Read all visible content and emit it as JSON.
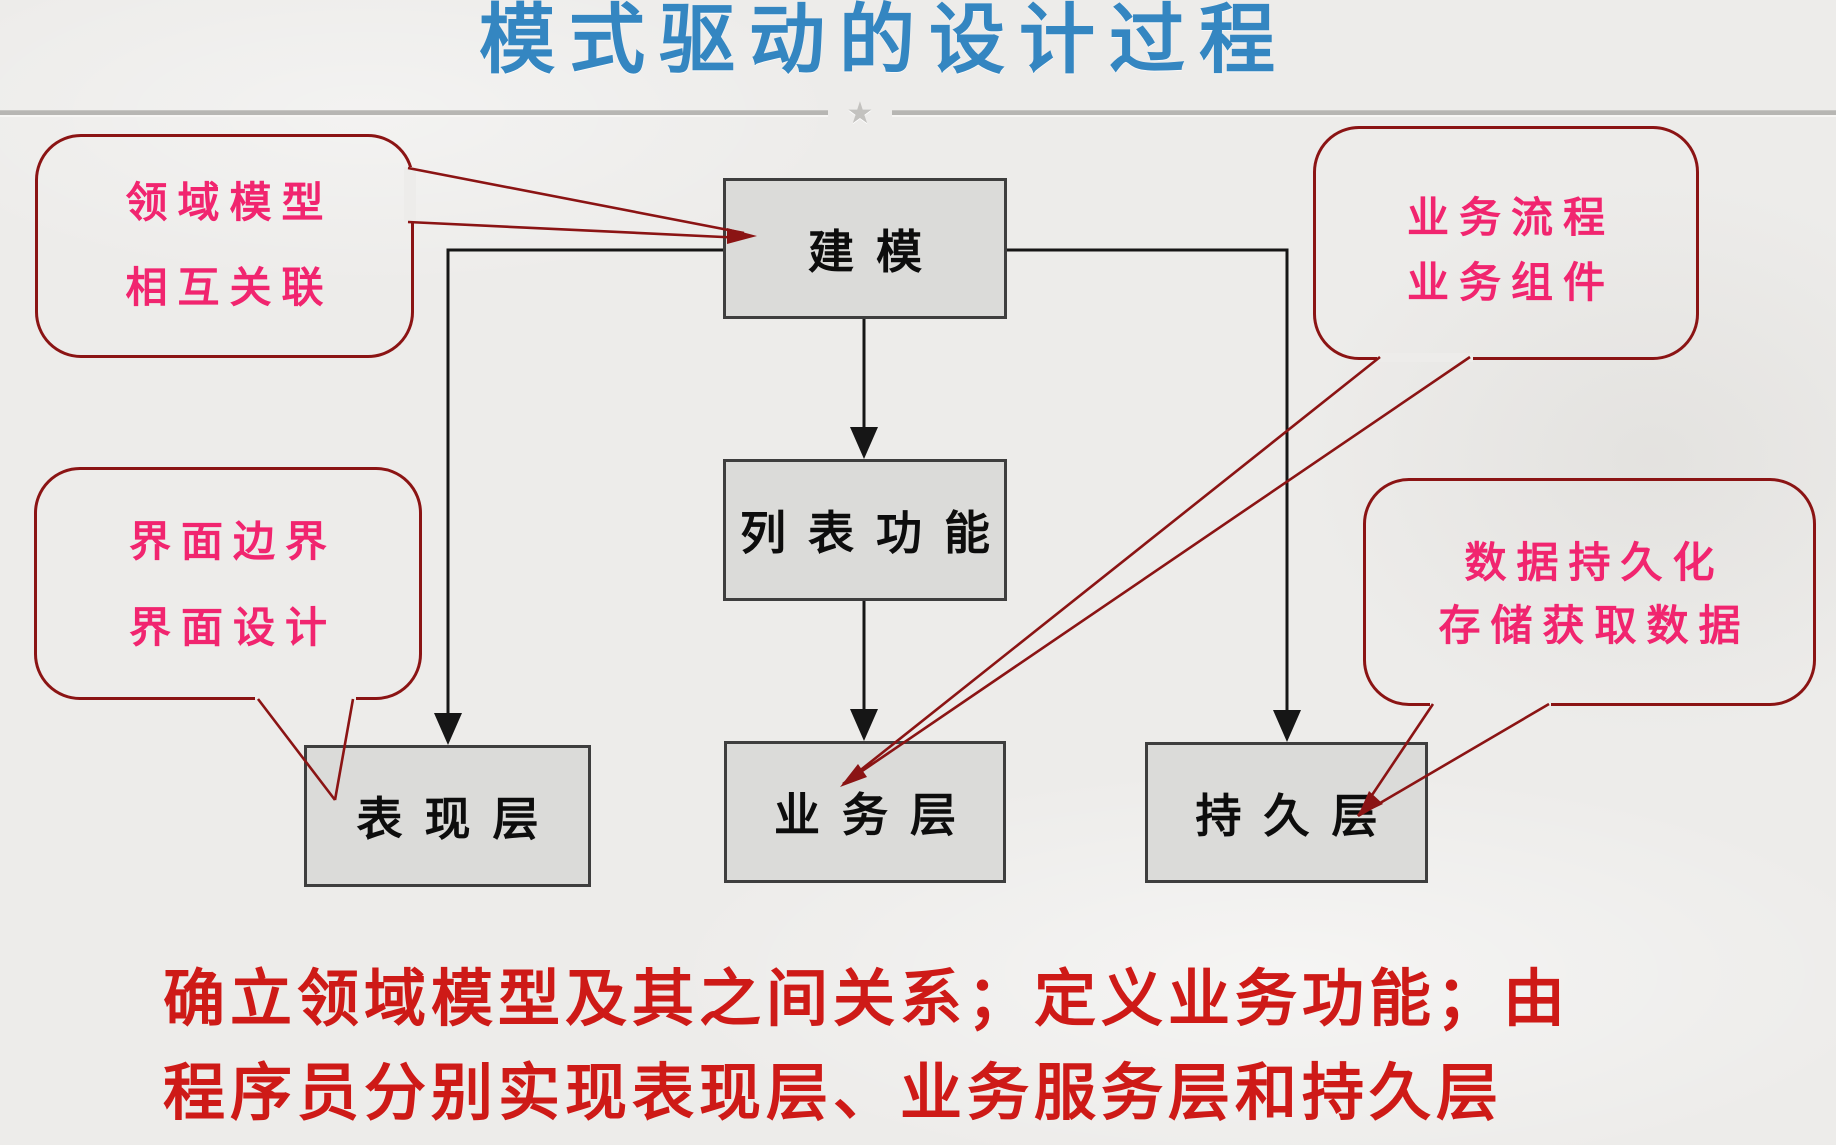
{
  "title": "模式驱动的设计过程",
  "divider": {
    "star_icon": "★"
  },
  "nodes": {
    "modeling": "建模",
    "list_function": "列表功能",
    "presentation": "表现层",
    "business": "业务层",
    "persistence": "持久层"
  },
  "callouts": {
    "domain": {
      "line1": "领域模型",
      "line2": "相互关联"
    },
    "ui": {
      "line1": "界面边界",
      "line2": "界面设计"
    },
    "business": {
      "line1": "业务流程",
      "line2": "业务组件"
    },
    "data": {
      "line1": "数据持久化",
      "line2": "存储获取数据"
    }
  },
  "caption": {
    "line1": "确立领域模型及其之间关系；定义业务功能；由",
    "line2": "程序员分别实现表现层、业务服务层和持久层"
  },
  "edges": [
    {
      "from": "建模",
      "to": "列表功能"
    },
    {
      "from": "列表功能",
      "to": "业务层"
    },
    {
      "from": "建模",
      "to": "表现层"
    },
    {
      "from": "建模",
      "to": "持久层"
    }
  ],
  "colors": {
    "title": "#3486c1",
    "callout_text": "#f1256f",
    "callout_border": "#8b1414",
    "caption_text": "#ce1a17",
    "node_fill": "#dbdbd9",
    "node_border": "#3e3e3e",
    "connector": "#161616",
    "background": "#edecea"
  }
}
